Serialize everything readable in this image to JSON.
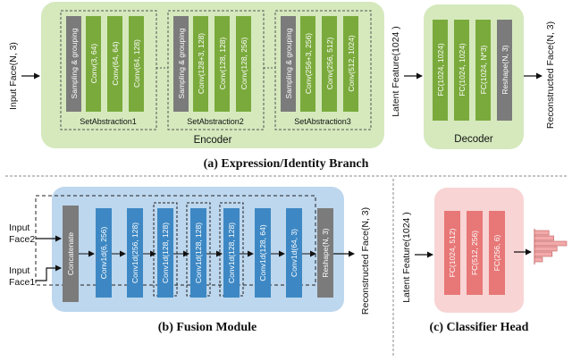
{
  "branch": {
    "input_label": "Input Face(N, 3)",
    "latent_label": "Latent Feature(1024 )",
    "output_label": "Reconstructed Face(N, 3)",
    "encoder": {
      "title": "Encoder",
      "set_abstractions": [
        {
          "name": "SetAbstraction1",
          "sampling": "Sampling & grouping",
          "convs": [
            "Conv(3, 64)",
            "Conv(64, 64)",
            "Conv(64, 128)"
          ]
        },
        {
          "name": "SetAbstraction2",
          "sampling": "Sampling & grouping",
          "convs": [
            "Conv(128+3, 128)",
            "Conv(128, 128)",
            "Conv(128, 256)"
          ]
        },
        {
          "name": "SetAbstraction3",
          "sampling": "Sampling & grouping",
          "convs": [
            "Conv(256+3, 256)",
            "Conv(256, 512)",
            "Conv(512, 1024)"
          ]
        }
      ]
    },
    "decoder": {
      "title": "Decoder",
      "layers": [
        "FC(1024, 1024)",
        "FC(1024, 1024)",
        "FC(1024, N*3)"
      ],
      "reshape": "Reshape(N, 3)"
    },
    "caption": "(a) Expression/Identity Branch"
  },
  "fusion": {
    "input2_line1": "Input",
    "input2_line2": "Face2",
    "input1_line1": "Input",
    "input1_line2": "Face1",
    "concat": "Concatenate",
    "layers": [
      "Conv1d(6, 256)",
      "Conv1d(256, 128)",
      "Conv1d(128, 128)",
      "Conv1d(128, 128)",
      "Conv1d(128, 128)",
      "Conv1d(128, 64)",
      "Conv1d(64, 3)"
    ],
    "reshape": "Reshape(N, 3)",
    "output_label": "Reconstructed Face(N, 3)",
    "caption": "(b) Fusion Module"
  },
  "classifier": {
    "latent_label": "Latent Feature(1024 )",
    "layers": [
      "FC(1024, 512)",
      "FC(512, 256)",
      "FC(256, 6)"
    ],
    "caption": "(c) Classifier Head"
  },
  "colors": {
    "encoder_bg": "#d5e9bd",
    "conv_green": "#7aaa3c",
    "gray_block": "#7b7b7b",
    "fusion_bg": "#bdd7ee",
    "conv_blue": "#3d88c4",
    "classifier_bg": "#f8d4d4",
    "fc_red": "#e87777"
  },
  "histogram": [
    0.45,
    0.6,
    1.0,
    0.7,
    0.55,
    0.25
  ]
}
